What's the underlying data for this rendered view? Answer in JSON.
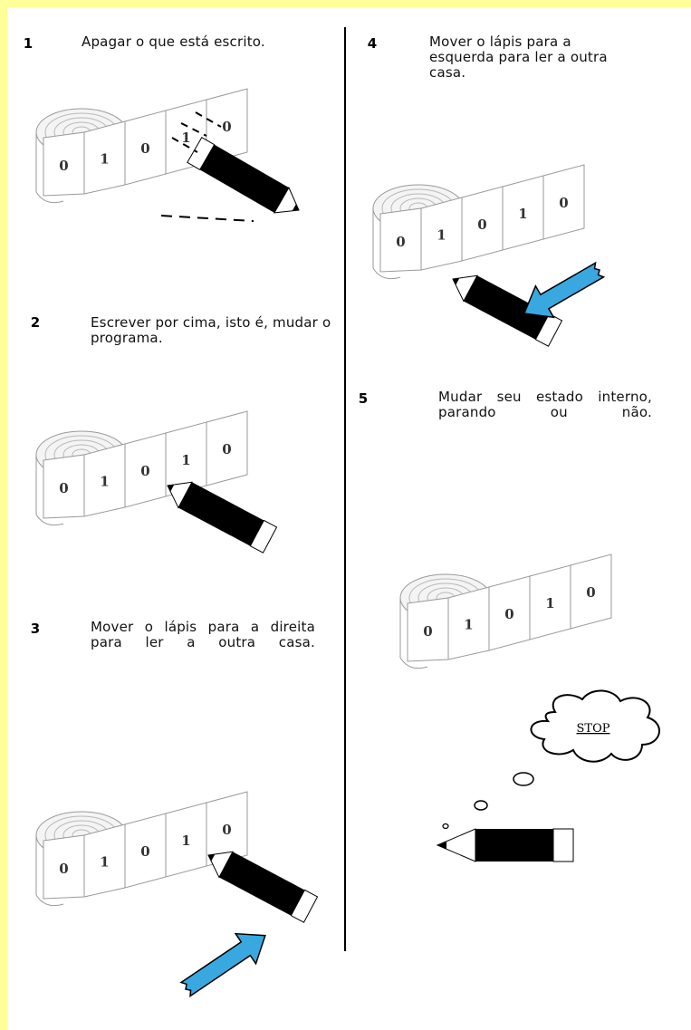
{
  "colors": {
    "border": "#ffff99",
    "badge": "#1ab2f0",
    "arrow": "#3aa8e0",
    "pencil": "#000000"
  },
  "tape_digits": [
    "0",
    "1",
    "0",
    "1",
    "0"
  ],
  "steps": [
    {
      "number": "1",
      "text": "Apagar o que está escrito."
    },
    {
      "number": "2",
      "text": "Escrever por cima, isto é, mudar o programa."
    },
    {
      "number": "3",
      "text": "Mover o lápis para a direita para ler a outra casa."
    },
    {
      "number": "4",
      "text": "Mover o lápis para a esquerda para ler a outra casa."
    },
    {
      "number": "5",
      "text": "Mudar seu estado interno, parando ou não."
    }
  ],
  "thought_bubble": {
    "text": "STOP"
  }
}
